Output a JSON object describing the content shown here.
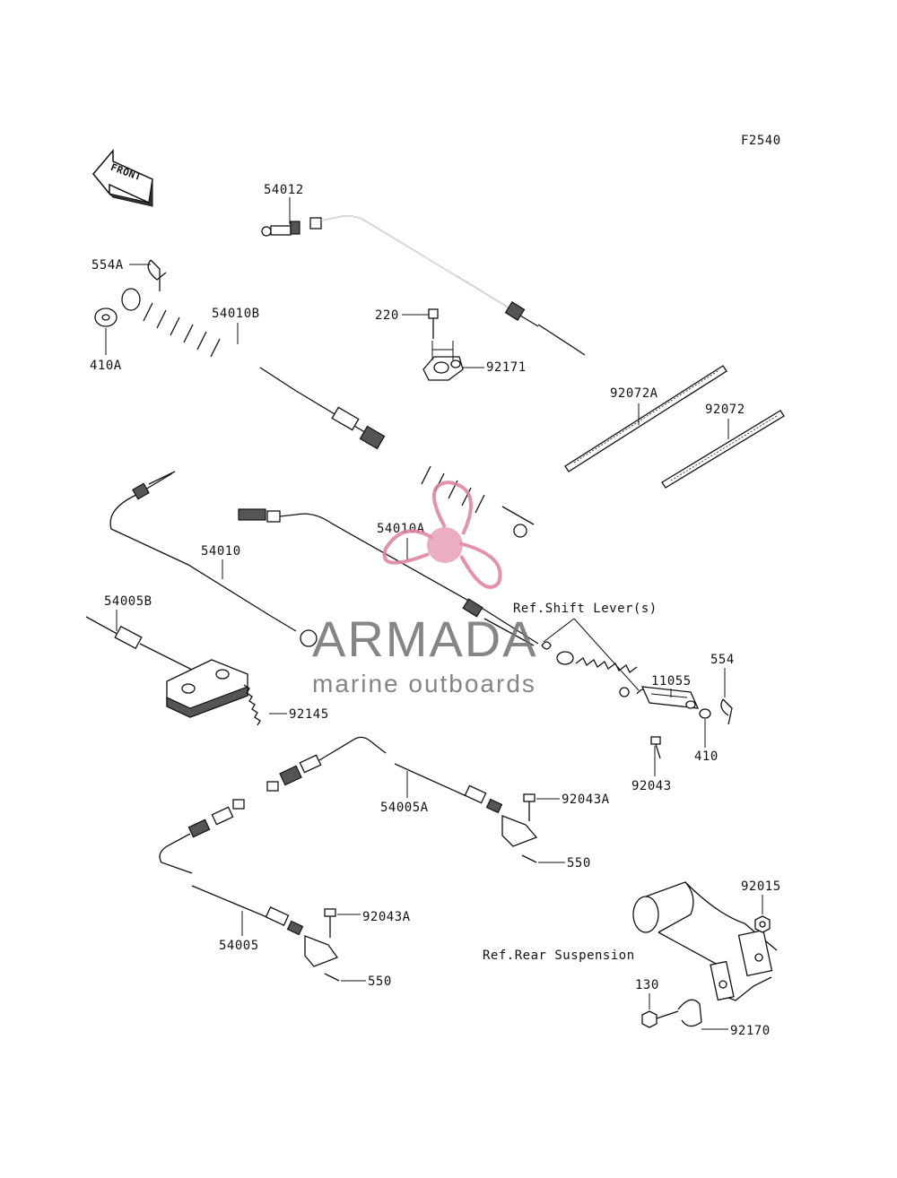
{
  "diagram": {
    "code": "F2540",
    "front_label": "FRONT",
    "parts": [
      {
        "id": "p54012",
        "label": "54012"
      },
      {
        "id": "p554A",
        "label": "554A"
      },
      {
        "id": "p54010B",
        "label": "54010B"
      },
      {
        "id": "p220",
        "label": "220"
      },
      {
        "id": "p410A",
        "label": "410A"
      },
      {
        "id": "p92171",
        "label": "92171"
      },
      {
        "id": "p92072A",
        "label": "92072A"
      },
      {
        "id": "p92072",
        "label": "92072"
      },
      {
        "id": "p54010A",
        "label": "54010A"
      },
      {
        "id": "p54010",
        "label": "54010"
      },
      {
        "id": "p54005B",
        "label": "54005B"
      },
      {
        "id": "p92145",
        "label": "92145"
      },
      {
        "id": "p11055",
        "label": "11055"
      },
      {
        "id": "p554",
        "label": "554"
      },
      {
        "id": "p410",
        "label": "410"
      },
      {
        "id": "p92043",
        "label": "92043"
      },
      {
        "id": "p54005A",
        "label": "54005A"
      },
      {
        "id": "p92043A_1",
        "label": "92043A"
      },
      {
        "id": "p550_1",
        "label": "550"
      },
      {
        "id": "p92043A_2",
        "label": "92043A"
      },
      {
        "id": "p54005",
        "label": "54005"
      },
      {
        "id": "p550_2",
        "label": "550"
      },
      {
        "id": "p92015",
        "label": "92015"
      },
      {
        "id": "p130",
        "label": "130"
      },
      {
        "id": "p92170",
        "label": "92170"
      }
    ],
    "references": {
      "shift_lever": "Ref.Shift Lever(s)",
      "rear_suspension": "Ref.Rear Suspension"
    }
  },
  "watermark": {
    "brand": "ARMADA",
    "tagline": "marine outboards",
    "accent_color": "#e0809e"
  }
}
